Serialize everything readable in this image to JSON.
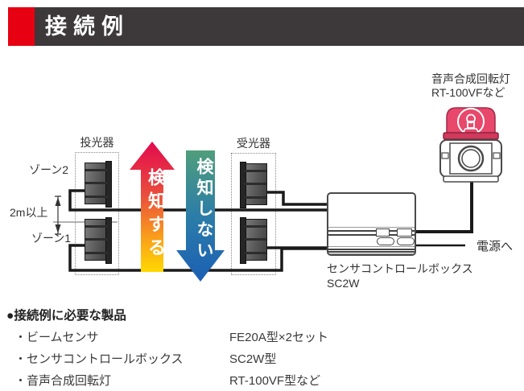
{
  "header": {
    "title": "接続例"
  },
  "diagram": {
    "transmitter_label": "投光器",
    "receiver_label": "受光器",
    "zone2_label": "ゾーン2",
    "zone1_label": "ゾーン1",
    "distance_label": "2m以上",
    "detect_label": "検知する",
    "no_detect_label": "検知しない",
    "light_label_line1": "音声合成回転灯",
    "light_label_line2": "RT-100VFなど",
    "control_box_label_line1": "センサコントロールボックス",
    "control_box_label_line2": "SC2W",
    "power_label": "電源へ",
    "colors": {
      "accent_red": "#e60012",
      "header_bar": "#3d393a",
      "detect_gradient_top": "#e20a4e",
      "detect_gradient_mid1": "#ea4f3c",
      "detect_gradient_mid2": "#f99b1c",
      "detect_gradient_bottom": "#ffd800",
      "no_detect_gradient_top": "#4f9e7c",
      "no_detect_gradient_mid": "#2c7da8",
      "no_detect_gradient_bottom": "#1b5fb4",
      "light_dome": "#e8486b",
      "light_dome_band": "#d13a5c"
    }
  },
  "products": {
    "heading": "●接続例に必要な製品",
    "items": [
      {
        "name": "・ビームセンサ",
        "model": "FE20A型×2セット"
      },
      {
        "name": "・センサコントロールボックス",
        "model": "SC2W型"
      },
      {
        "name": "・音声合成回転灯",
        "model": "RT-100VF型など"
      }
    ]
  }
}
